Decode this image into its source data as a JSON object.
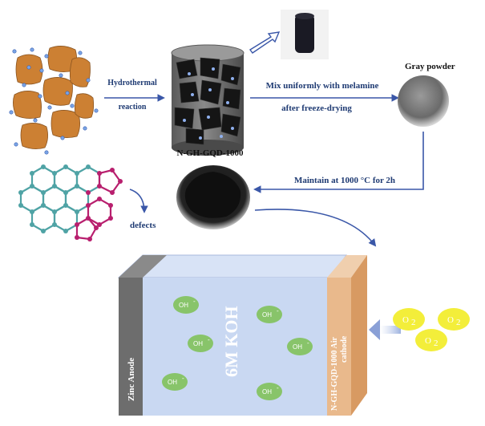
{
  "labels": {
    "hydrothermal_line1": "Hydrothermal",
    "hydrothermal_line2": "reaction",
    "mix_line1": "Mix uniformly with melamine",
    "mix_line2": "after freeze-drying",
    "gray_powder": "Gray powder",
    "maintain": "Maintain at 1000 °C for 2h",
    "product": "N-GH-GQD-1000",
    "defects": "defects"
  },
  "battery": {
    "anode": "Zinc Anode",
    "electrolyte": "6M KOH",
    "cathode_line1": "N-GH-GQD-1000 Air",
    "cathode_line2": "cathode",
    "ion_label": "OH",
    "ion_charge": "-"
  },
  "oxygen": {
    "label": "O",
    "subscript": "2"
  },
  "colors": {
    "arrow": "#3a57a8",
    "sheet": "#cc8033",
    "electrolyte": "#c9d8f2",
    "anode": "#6d6d6d",
    "cathode": "#e9b98c",
    "ion": "#88c46a",
    "oxygen": "#f3ee3a",
    "hex_carbon": "#4fa3a5",
    "hex_defect": "#b81f6e"
  }
}
